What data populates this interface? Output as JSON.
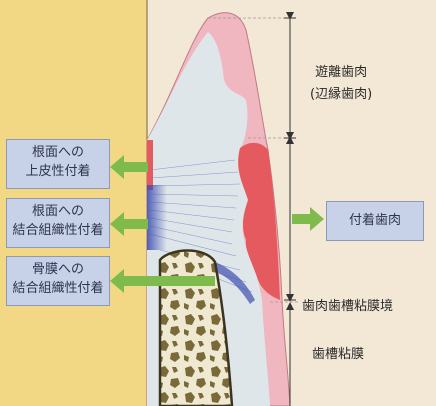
{
  "labels_left": [
    {
      "line1": "根面への",
      "line2": "上皮性付着"
    },
    {
      "line1": "根面への",
      "line2": "結合組織性付着"
    },
    {
      "line1": "骨膜への",
      "line2": "結合組織性付着"
    }
  ],
  "free_gingiva": {
    "line1": "遊離歯肉",
    "line2": "(辺縁歯肉)"
  },
  "attached_gingiva": "付着歯肉",
  "mucogingival_junction": "歯肉歯槽粘膜境",
  "alveolar_mucosa": "歯槽粘膜",
  "colors": {
    "tooth": "#f2d884",
    "background": "#f3e8d6",
    "gingiva_outer": "#f0b7c0",
    "gingiva_inner": "#dfe6ea",
    "attached_red": "#e55a5f",
    "fiber_blue": "#3f4fb0",
    "arrow_green": "#7fba4c",
    "label_box": "#c7d1e7"
  }
}
